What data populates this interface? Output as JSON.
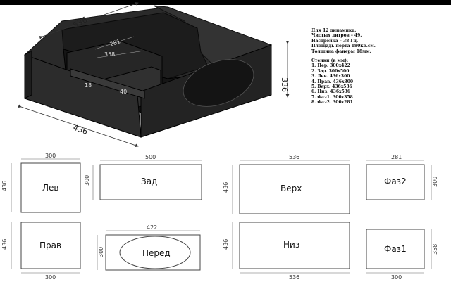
{
  "box": {
    "dims": {
      "depth": "536",
      "width": "436",
      "height": "336",
      "inner_a": "281",
      "inner_b": "358",
      "inner_c": "18",
      "inner_d": "40"
    }
  },
  "notes": {
    "lines": [
      "Для 12 динамика.",
      "Чистых литров – 49.",
      "Настройка – 38 Гц.",
      "Площадь порта 180кв.см.",
      "Толщина фанеры 18мм."
    ],
    "parts_title": "Стенки (в мм):",
    "parts": [
      "1. Пер. 300x422",
      "2. Зад. 300x500",
      "3. Лев. 436x300",
      "4. Прав. 436x300",
      "5. Верх. 436x536",
      "6. Низ. 436x536",
      "7. Фаз1. 300x358",
      "8. Фаз2. 300x281"
    ]
  },
  "panels": {
    "lev": {
      "label": "Лев",
      "w": "300",
      "h": "436"
    },
    "zad": {
      "label": "Зад",
      "w": "500",
      "h": "300"
    },
    "verh": {
      "label": "Верх",
      "w": "536",
      "h": "436"
    },
    "faz2": {
      "label": "Фаз2",
      "w": "281",
      "h": "300"
    },
    "prav": {
      "label": "Прав",
      "w": "300",
      "h": "436"
    },
    "pered": {
      "label": "Перед",
      "w": "422",
      "h": "300"
    },
    "niz": {
      "label": "Низ",
      "w": "536",
      "h": "436"
    },
    "faz1": {
      "label": "Фаз1",
      "w": "300",
      "h": "358"
    }
  }
}
